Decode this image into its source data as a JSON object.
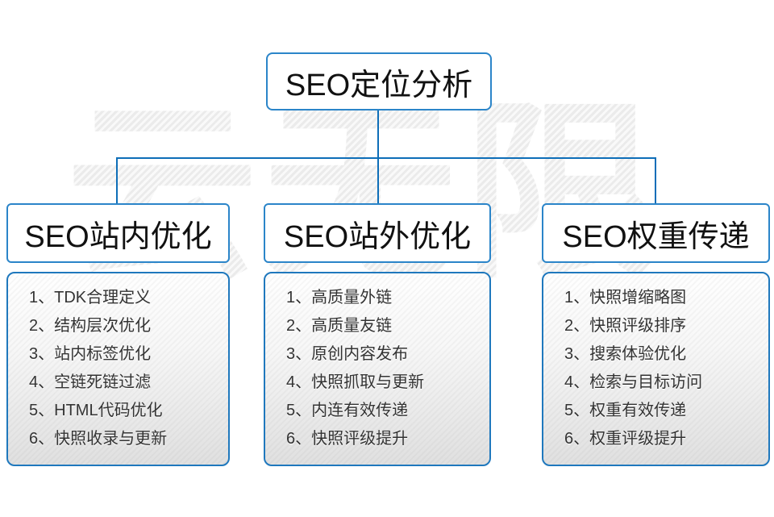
{
  "diagram": {
    "watermark": "云无限",
    "root": {
      "title": "SEO定位分析"
    },
    "columns": [
      {
        "title": "SEO站内优化",
        "items": [
          "1、TDK合理定义",
          "2、结构层次优化",
          "3、站内标签优化",
          "4、空链死链过滤",
          "5、HTML代码优化",
          "6、快照收录与更新"
        ]
      },
      {
        "title": "SEO站外优化",
        "items": [
          "1、高质量外链",
          "2、高质量友链",
          "3、原创内容发布",
          "4、快照抓取与更新",
          "5、内连有效传递",
          "6、快照评级提升"
        ]
      },
      {
        "title": "SEO权重传递",
        "items": [
          "1、快照增缩略图",
          "2、快照评级排序",
          "3、搜索体验优化",
          "4、检索与目标访问",
          "5、权重有效传递",
          "6、权重评级提升"
        ]
      }
    ],
    "colors": {
      "box_border": "#2b85c9",
      "connector_line": "#0e6eb8",
      "list_border": "#1f78bd",
      "text": "#333333",
      "watermark_gray": "#ebebeb"
    }
  }
}
